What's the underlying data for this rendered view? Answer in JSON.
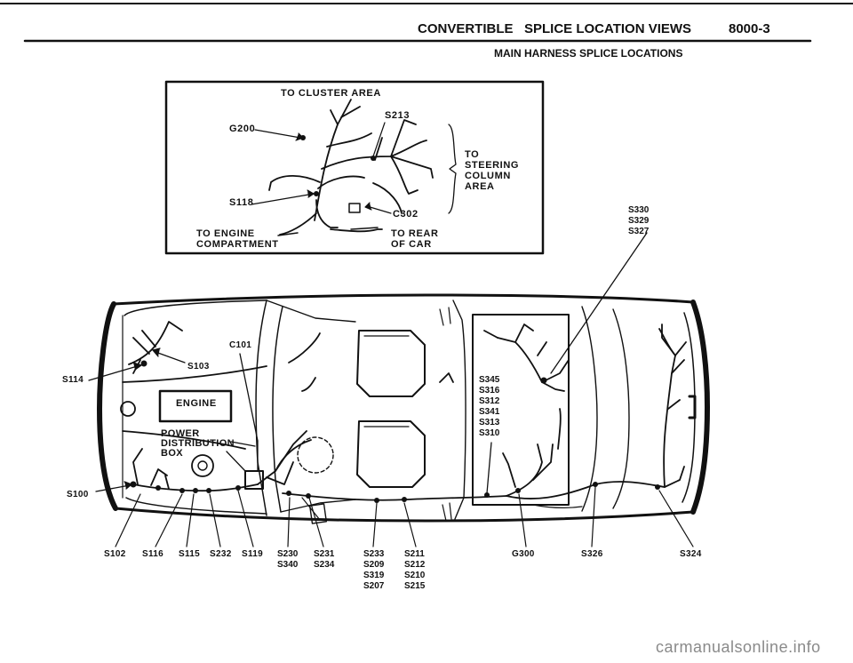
{
  "header": {
    "title_left": "CONVERTIBLE",
    "title_center": "SPLICE LOCATION VIEWS",
    "page_number": "8000-3",
    "subtitle": "MAIN HARNESS SPLICE LOCATIONS"
  },
  "inset": {
    "to_cluster": "TO CLUSTER AREA",
    "s213": "S213",
    "g200": "G200",
    "s118": "S118",
    "c302": "C302",
    "to_steering": "TO\nSTEERING\nCOLUMN\nAREA",
    "to_engine": "TO ENGINE\nCOMPARTMENT",
    "to_rear": "TO REAR\nOF CAR"
  },
  "car": {
    "engine_label": "ENGINE",
    "power_box": "POWER\nDISTRIBUTION\nBOX",
    "c101": "C101",
    "s103": "S103",
    "s114": "S114",
    "s100": "S100",
    "s330_group": "S330\nS329\nS327",
    "s345_group": "S345\nS316\nS312\nS341\nS313\nS310"
  },
  "bottom_labels": {
    "s102": "S102",
    "s116": "S116",
    "s115": "S115",
    "s232": "S232",
    "s119": "S119",
    "s230_group": "S230\nS340",
    "s231_group": "S231\nS234",
    "s233_group": "S233\nS209\nS319\nS207",
    "s211_group": "S211\nS212\nS210\nS215",
    "g300": "G300",
    "s326": "S326",
    "s324": "S324"
  },
  "watermark": "carmanualsonline.info"
}
